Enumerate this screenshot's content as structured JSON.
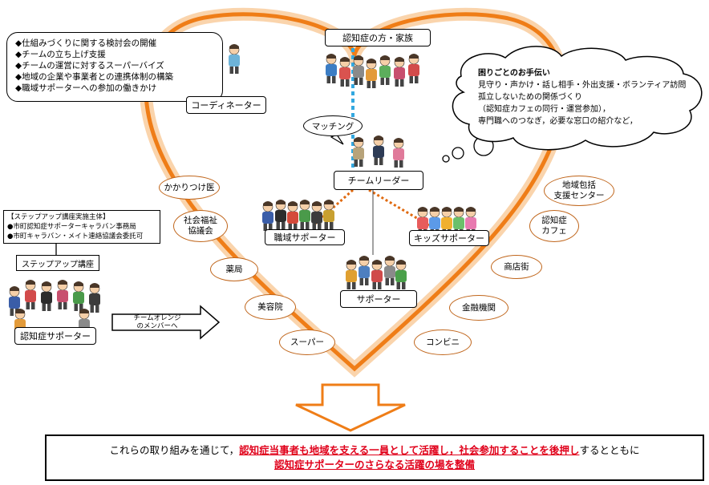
{
  "center": {
    "family_label": "認知症の方・家族",
    "matching_label": "マッチング",
    "team_leader_label": "チームリーダー",
    "workplace_supporter_label": "職域サポーター",
    "kids_supporter_label": "キッズサポーター",
    "supporter_label": "サポーター"
  },
  "coordinator": {
    "tasks": [
      "◆仕組みづくりに関する検討会の開催",
      "◆チームの立ち上げ支援",
      "◆チームの運営に対するスーパーバイズ",
      "◆地域の企業や事業者との連携体制の構築",
      "◆職域サポーターへの参加の働きかけ"
    ],
    "label": "コーディネーター"
  },
  "help": {
    "title": "困りごとのお手伝い",
    "lines": [
      "見守り・声かけ・話し相手・外出支援・ボランティア訪問",
      "孤立しないための関係づくり",
      "（認知症カフェの同行・運営参加），",
      "専門職へのつなぎ，必要な窓口の紹介など，"
    ]
  },
  "stepup": {
    "org_title": "【ステップアップ講座実施主体】",
    "org_lines": [
      "●市町認知症サポーターキャラバン事務局",
      "●市町キャラバン・メイト連絡協議会委託可"
    ],
    "course_label": "ステップアップ講座",
    "supporter_label": "認知症サポーター",
    "arrow_text_1": "チームオレンジ",
    "arrow_text_2": "のメンバーへ"
  },
  "left_nodes": {
    "kakaritsuke": "かかりつけ医",
    "shakai_1": "社会福祉",
    "shakai_2": "協議会",
    "yakkyoku": "薬局",
    "biyouin": "美容院",
    "super": "スーパー"
  },
  "right_nodes": {
    "houkatsu_1": "地域包括",
    "houkatsu_2": "支援センター",
    "cafe_1": "認知症",
    "cafe_2": "カフェ",
    "shoutengai": "商店街",
    "kinyuu": "金融機関",
    "conbini": "コンビニ"
  },
  "bottom": {
    "part1": "これらの取り組みを通じて，",
    "part2": "認知症当事者も地域を支える一員として活躍し，社会参加することを後押し",
    "part3": "するとともに",
    "part4": "認知症サポーターのさらなる活躍の場を整備"
  },
  "colors": {
    "heart": "#ef7d17",
    "heart_glow": "#f9c997",
    "dotted_blue": "#33a8e0",
    "dotted_orange": "#e06a10",
    "accent_red": "#e0001a"
  }
}
